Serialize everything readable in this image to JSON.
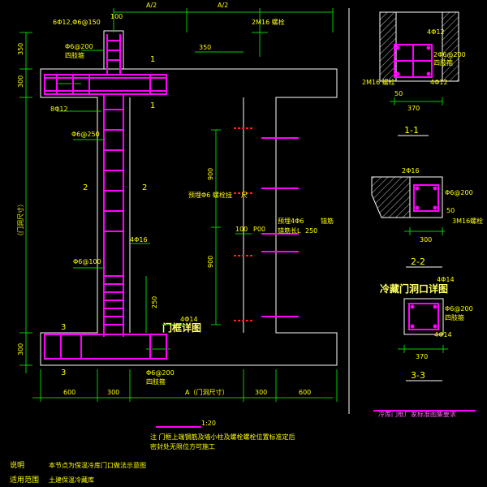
{
  "colors": {
    "background": "#000000",
    "outline": "#ffffff",
    "dimension": "#00ff00",
    "rebar": "#ff00ff",
    "stirrup": "#ff44ff",
    "label": "#ffff00",
    "title": "#ffff66",
    "hatch": "#cccccc",
    "red": "#ff2222",
    "cyan_note": "#ff66ff"
  },
  "elevation": {
    "dims_top": {
      "a_half_left": "A/2",
      "a_half_right": "A/2",
      "d100": "100",
      "d350": "350"
    },
    "dims_left": {
      "d350": "350",
      "d300_top": "300",
      "door_size": "（门洞尺寸）",
      "d300_bottom": "300"
    },
    "dims_bottom": {
      "d600_left": "600",
      "d300_left": "300",
      "door_size": "A（门洞尺寸）",
      "d300_right": "300",
      "d600_right": "600"
    },
    "labels": {
      "top_bar": "6Φ12,Φ6@150",
      "two_m16": "2M16 螺栓",
      "stirrup_6b200": "Φ6@200",
      "four_ties": "四肢箍",
      "bar_8012": "8Φ12",
      "stirrup_6b250": "Φ6@250",
      "four_m16": "4Φ16",
      "stirrup_6b100": "Φ6@100",
      "bar_4014": "4Φ14",
      "stirrup_6b200_bottom": "Φ6@200",
      "four_ties_bottom": "四肢箍",
      "pre_anchor": "预埋Φ6",
      "pre_anchor_2": "螺栓挂",
      "pre_anchor_3": "尺",
      "pre_embed": "预埋4Φ6",
      "pre_embed_2": "锚筋",
      "anchor_len": "锚筋长L",
      "anchor_len_2": "250",
      "d100_p00": "100",
      "p00": "P00",
      "d900_upper": "900",
      "d900_lower": "900",
      "d250": "250",
      "sec1": "1",
      "sec1b": "1",
      "sec2": "2",
      "sec2b": "2",
      "sec3": "3",
      "sec3b": "3",
      "door_frame_title": "门框详图"
    }
  },
  "section_1": {
    "labels": {
      "top": "4Φ12",
      "s200": "2Φ6@200",
      "ties": "四肢箍",
      "m16": "2M16 螺栓",
      "b412": "4Φ12",
      "d50": "50",
      "width": "370",
      "title": "1-1"
    }
  },
  "section_2": {
    "labels": {
      "m16": "2Φ16",
      "s200": "Φ6@200",
      "d50": "50",
      "m16b": "3M16螺栓",
      "width": "300",
      "title": "2-2"
    }
  },
  "section_3": {
    "labels": {
      "title_heading": "冷藏门洞口详图",
      "t414": "4Φ14",
      "s200": "Φ6@200",
      "ties": "四肢箍",
      "b414": "4Φ14",
      "width": "370",
      "title": "3-3"
    }
  },
  "notes": {
    "right_note": "冷库门框厂家标准图集要求",
    "scale": "1:20",
    "note_line1": "注  门框上端钢筋及墙小柱及螺栓螺栓位置标准定后",
    "note_line2": "       密封处无限位方可施工",
    "desc_label": "说明",
    "desc_value": "本节点为保温冷库门口做法示意图",
    "apply_label": "适用范围",
    "apply_value": "土建保温冷藏库"
  }
}
